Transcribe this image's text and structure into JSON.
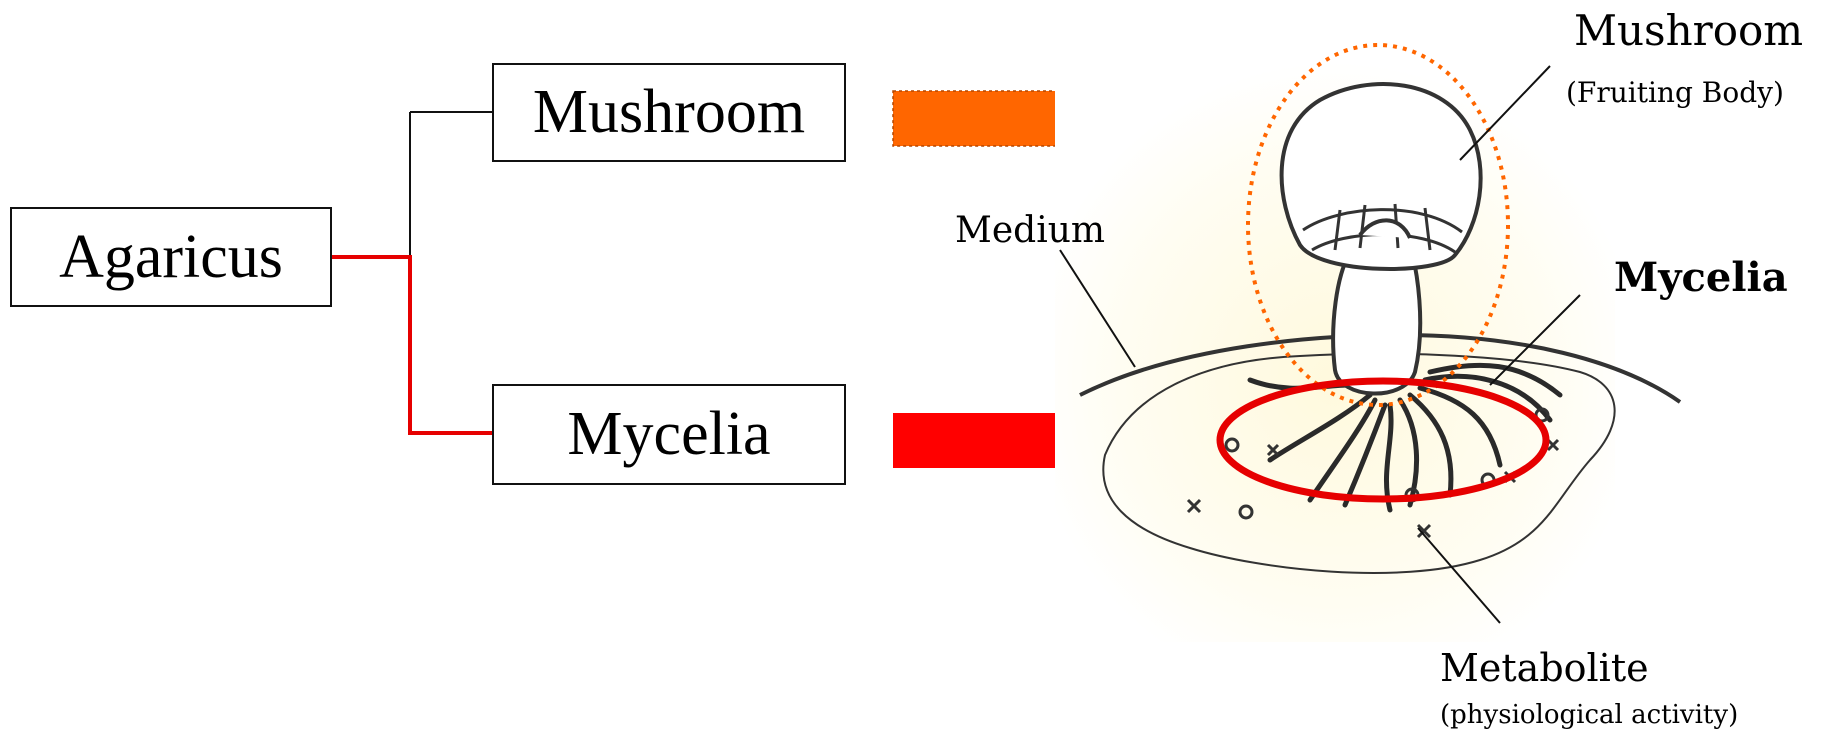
{
  "tree": {
    "root": "Agaricus",
    "branch_top": "Mushroom",
    "branch_bottom": "Mycelia"
  },
  "illustration_labels": {
    "mushroom": "Mushroom",
    "fruiting_body": "(Fruiting Body)",
    "medium": "Medium",
    "mycelia": "Mycelia",
    "metabolite": "Metabolite",
    "physiological_activity": "(physiological activity)"
  },
  "colors": {
    "mushroom_arrow": "#ff6600",
    "mycelia_arrow": "#ff0000",
    "highlight_line": "#e60000",
    "mushroom_outline": "#ff6600",
    "mycelia_ring": "#e60000",
    "medium_glow": "#fffbe6"
  }
}
